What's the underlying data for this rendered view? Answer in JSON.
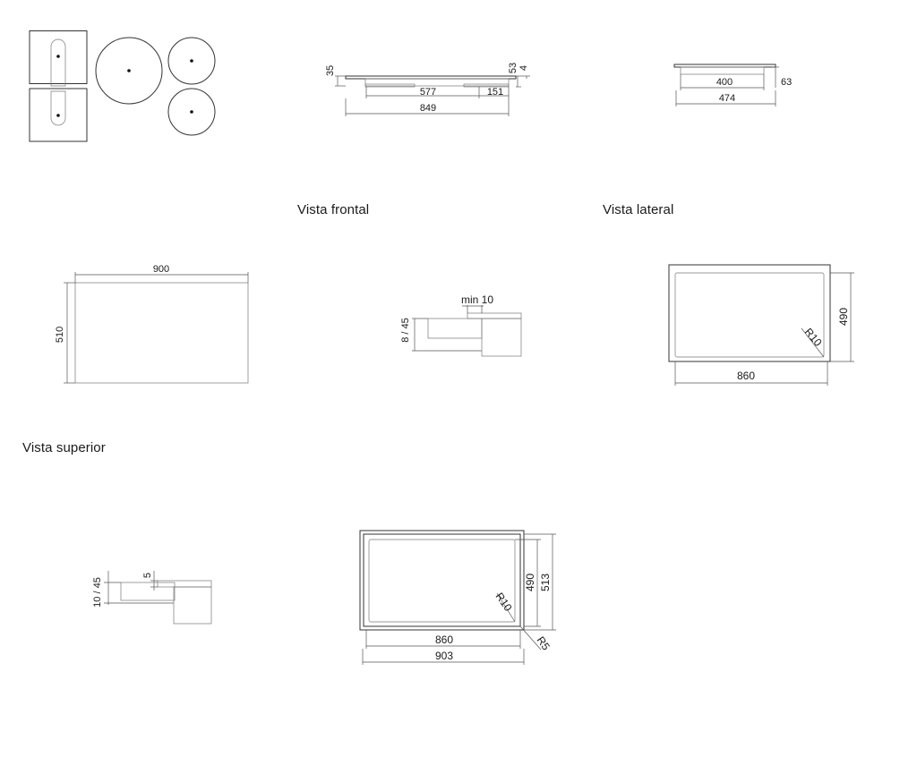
{
  "captions": {
    "front": "Vista frontal",
    "side": "Vista lateral",
    "top": "Vista superior"
  },
  "front_view": {
    "d35": "35",
    "d53": "53",
    "d4": "4",
    "d577": "577",
    "d151": "151",
    "d849": "849"
  },
  "side_view": {
    "d400": "400",
    "d63": "63",
    "d474": "474"
  },
  "top_view": {
    "d900": "900",
    "d510": "510"
  },
  "flush_section": {
    "depth": "8 / 45",
    "gap": "min 10"
  },
  "cutout_flush": {
    "width": "860",
    "height": "490",
    "radius": "R10"
  },
  "overlay_section": {
    "depth": "10 / 45",
    "step": "5"
  },
  "cutout_overlay": {
    "inner_width": "860",
    "outer_width": "903",
    "inner_height": "490",
    "outer_height": "513",
    "inner_radius": "R10",
    "outer_radius": "R5"
  }
}
